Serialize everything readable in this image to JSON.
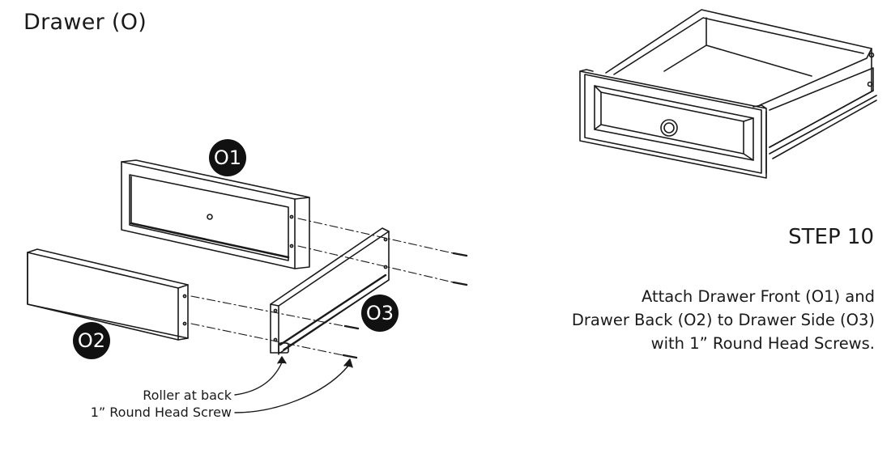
{
  "header": {
    "title": "Drawer (O)"
  },
  "step": {
    "label": "STEP 10"
  },
  "instructions": {
    "lines": [
      "Attach Drawer Front (O1) and",
      "Drawer Back (O2) to Drawer Side (O3)",
      "with 1” Round Head Screws."
    ]
  },
  "callouts": {
    "roller": "Roller at back",
    "screw": "1” Round Head Screw"
  },
  "parts": {
    "front": "O1",
    "back": "O2",
    "side": "O3"
  }
}
